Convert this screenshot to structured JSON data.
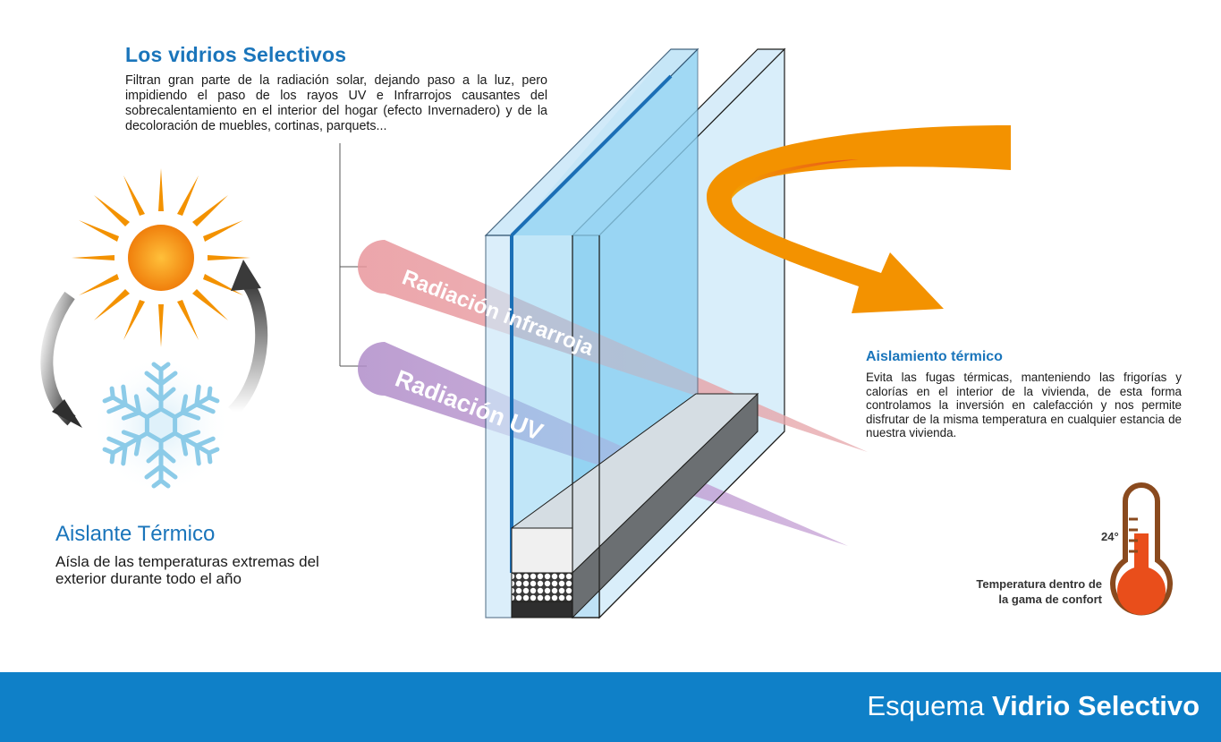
{
  "intro": {
    "title": "Los vidrios Selectivos",
    "text": "Filtran gran parte de la radiación solar, dejando paso a la luz, pero impidiendo el paso de los rayos UV e Infrarrojos causantes del sobrecalentamiento en el interior del hogar (efecto Invernadero) y de la decoloración de muebles, cortinas, parquets..."
  },
  "beams": {
    "infrared_label": "Radiación infrarroja",
    "uv_label": "Radiación UV"
  },
  "left": {
    "title": "Aislante Térmico",
    "text": "Aísla de las temperaturas extremas del exterior durante todo el año"
  },
  "right": {
    "title": "Aislamiento térmico",
    "text": "Evita las fugas térmicas, manteniendo las frigorías y calorías en el interior de la vivienda, de esta forma controlamos  la inversión en calefacción y nos permite disfrutar de la misma temperatura en cualquier estancia de nuestra vivienda."
  },
  "thermometer": {
    "value": "24°",
    "caption_line1": "Temperatura  dentro de",
    "caption_line2": "la gama de confort"
  },
  "footer": {
    "title_light": "Esquema ",
    "title_bold": "Vidrio Selectivo"
  },
  "icons": [
    "sun-icon",
    "snowflake-icon",
    "cycle-arrow-icon",
    "thermometer-icon",
    "heat-arrow-icon"
  ],
  "colors": {
    "brand_blue": "#1a75bb",
    "footer_blue": "#0f80c8",
    "heat_orange": "#f39200",
    "infrared_pink": "#e49a9f",
    "uv_purple": "#a98bc6",
    "thermo_brown": "#8a4a1e",
    "thermo_red": "#e94e1b"
  }
}
